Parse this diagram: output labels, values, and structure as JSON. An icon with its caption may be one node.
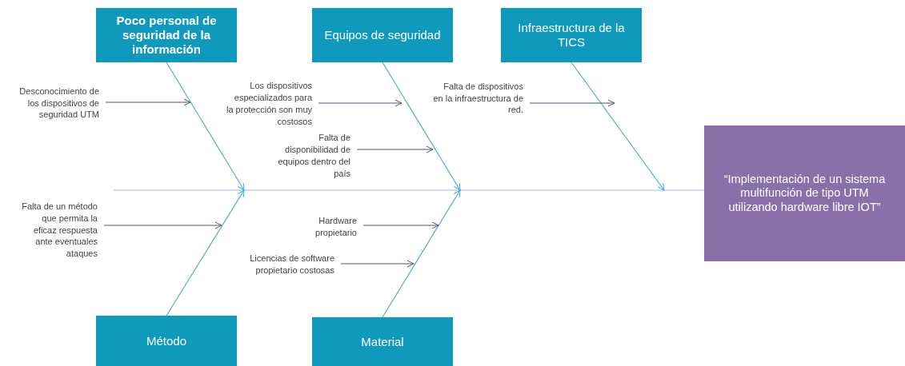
{
  "diagram": {
    "nodes": [
      {
        "text": [
          "Poco personal de seguridad de la información"
        ]
      },
      {
        "text": [
          "Equipos de seguridad"
        ]
      },
      {
        "text": [
          "Infraestructura de la TICS"
        ]
      },
      {
        "text": [
          "Desconocimiento de los dispositivos de seguridad UTM"
        ]
      },
      {
        "text": [
          "Los dispositivos especializados para la protección son muy costosos"
        ]
      },
      {
        "text": [
          "Falta de dispositivos en la infraestructura de red."
        ]
      },
      {
        "text": [
          "Falta de disponibilidad de equipos dentro del país"
        ]
      },
      {
        "text": [
          "“Implementación de un sistema multifunción de tipo UTM utilizando hardware libre IOT”"
        ]
      },
      {
        "text": [
          "Falta de un método que permita la eficaz respuesta ante eventuales ataques"
        ]
      },
      {
        "text": [
          "Hardware propietario"
        ]
      },
      {
        "text": [
          "Licencias de software propietario costosas"
        ]
      },
      {
        "text": [
          "Método"
        ]
      },
      {
        "text": [
          "Material"
        ]
      }
    ],
    "edges": [
      {
        "from": null,
        "to": 7,
        "arrow": "none",
        "color": "#a8b4cc"
      },
      {
        "from": 0,
        "to": null,
        "arrow": "to",
        "color": "#4aaed0"
      },
      {
        "from": 1,
        "to": null,
        "arrow": "to",
        "color": "#4aaed0"
      },
      {
        "from": 2,
        "to": null,
        "arrow": "to",
        "color": "#4aaed0"
      },
      {
        "from": 11,
        "to": null,
        "arrow": "to",
        "color": "#4aaed0"
      },
      {
        "from": 12,
        "to": null,
        "arrow": "to",
        "color": "#4aaed0"
      },
      {
        "from": 3,
        "to": null,
        "arrow": "to"
      },
      {
        "from": 4,
        "to": null,
        "arrow": "to"
      },
      {
        "from": 5,
        "to": null,
        "arrow": "to"
      },
      {
        "from": 6,
        "to": null,
        "arrow": "to"
      },
      {
        "from": 8,
        "to": null,
        "arrow": "to"
      },
      {
        "from": 9,
        "to": null,
        "arrow": "to"
      },
      {
        "from": 10,
        "to": null,
        "arrow": "to"
      }
    ]
  }
}
